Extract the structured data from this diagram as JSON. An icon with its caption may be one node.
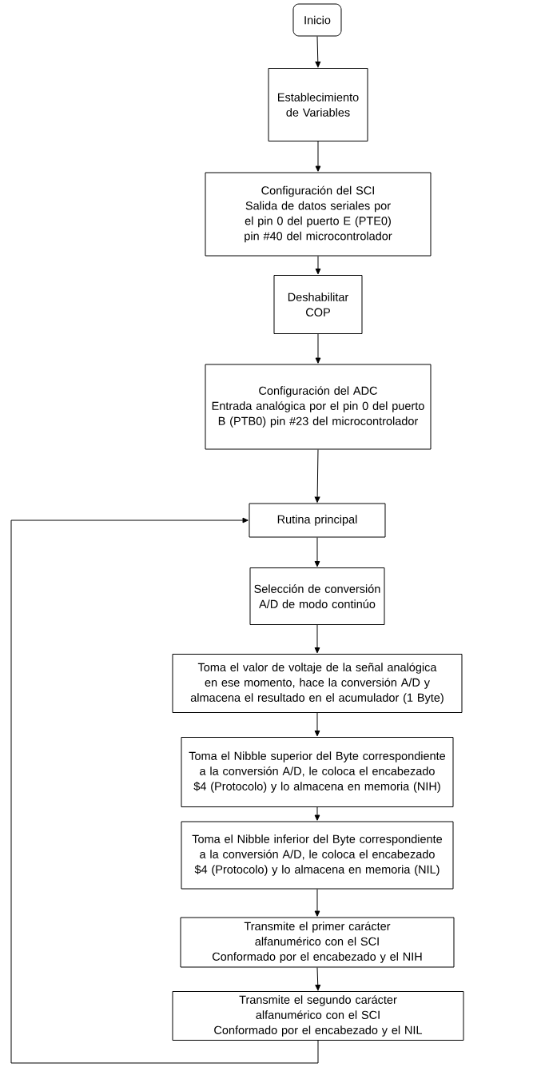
{
  "diagram": {
    "nodes": [
      {
        "text": [
          "Inicio"
        ]
      },
      {
        "text": [
          "Establecimiento de Variables"
        ]
      },
      {
        "text": [
          "Configuración del SCI",
          "Salida de datos seriales por el pin 0 del puerto E (PTE0) pin #40 del microcontrolador"
        ]
      },
      {
        "text": [
          "Deshabilitar COP"
        ]
      },
      {
        "text": [
          "Configuración del ADC",
          "Entrada analógica por el pin 0 del puerto B (PTB0) pin #23 del microcontrolador"
        ]
      },
      {
        "text": [
          "Rutina principal"
        ]
      },
      {
        "text": [
          "Selección de conversión A/D de modo continúo"
        ]
      },
      {
        "text": [
          "Toma el valor de voltaje de la señal analógica en ese momento, hace la conversión A/D y almacena el resultado en el acumulador (1 Byte)"
        ]
      },
      {
        "text": [
          "Toma el Nibble superior del Byte correspondiente a la conversión A/D, le coloca el encabezado $4 (Protocolo) y lo almacena en memoria (NIH)"
        ]
      },
      {
        "text": [
          "Toma el Nibble inferior del Byte correspondiente a la conversión A/D, le coloca el encabezado $4 (Protocolo) y lo almacena en memoria (NIL)"
        ]
      },
      {
        "text": [
          "Transmite el primer carácter alfanumérico con el SCI",
          "Conformado por el encabezado y el NIH"
        ]
      },
      {
        "text": [
          "Transmite el segundo carácter alfanumérico con el SCI",
          "Conformado por el encabezado y el NIL"
        ]
      }
    ],
    "edges": [
      {
        "from": 0,
        "to": 1,
        "arrow": "to"
      },
      {
        "from": 1,
        "to": 2,
        "arrow": "to"
      },
      {
        "from": 2,
        "to": 3,
        "arrow": "to"
      },
      {
        "from": 3,
        "to": 4,
        "arrow": "to"
      },
      {
        "from": 4,
        "to": 5,
        "arrow": "to"
      },
      {
        "from": 5,
        "to": 6,
        "arrow": "to"
      },
      {
        "from": 6,
        "to": 7,
        "arrow": "to"
      },
      {
        "from": 7,
        "to": 8,
        "arrow": "to"
      },
      {
        "from": 8,
        "to": 9,
        "arrow": "to"
      },
      {
        "from": 9,
        "to": 10,
        "arrow": "to"
      },
      {
        "from": 10,
        "to": 11,
        "arrow": "to"
      },
      {
        "from": 11,
        "to": 5,
        "arrow": "to"
      }
    ]
  }
}
